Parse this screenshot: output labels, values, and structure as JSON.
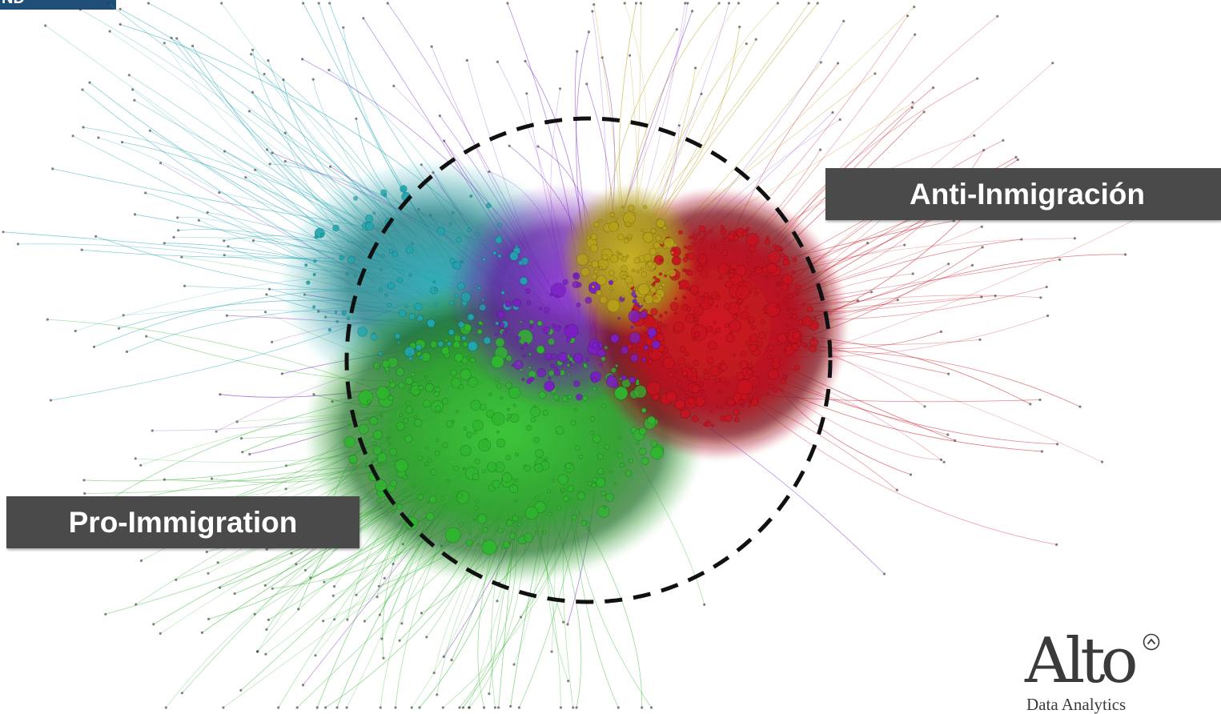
{
  "labels": {
    "anti": "Anti-Inmigración",
    "pro": "Pro-Immigration"
  },
  "corner_tab": {
    "text": "ND",
    "color": "#1f4e79"
  },
  "logo": {
    "word": "Alto",
    "subtitle": "Data Analytics",
    "icon": "chevron-up-circle-icon"
  },
  "clusters": [
    {
      "name": "green",
      "color": "#2fb52f"
    },
    {
      "name": "teal",
      "color": "#1fa6b0"
    },
    {
      "name": "purple",
      "color": "#7a1fc2"
    },
    {
      "name": "yellow",
      "color": "#b8a21a"
    },
    {
      "name": "red",
      "color": "#c7121f"
    }
  ],
  "highlight_ring": {
    "style": "dashed",
    "color": "#111111"
  }
}
